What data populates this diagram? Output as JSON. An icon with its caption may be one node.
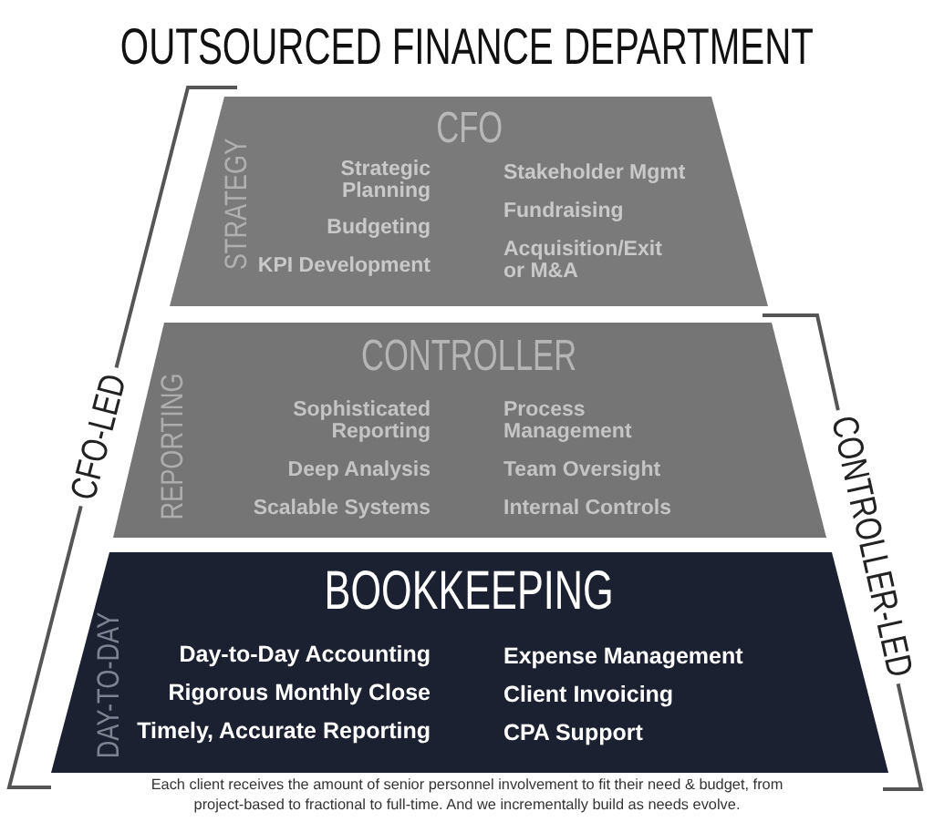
{
  "diagram": {
    "title": "OUTSOURCED FINANCE DEPARTMENT",
    "caption": "Each client receives the amount of senior personnel involvement to fit their need & budget, from project-based to fractional to full-time. And we incrementally build as needs evolve.",
    "nodes": [
      {
        "text": [
          "CFO",
          "STRATEGY",
          "Strategic Planning",
          "Budgeting",
          "KPI Development",
          "Stakeholder Mgmt",
          "Fundraising",
          "Acquisition/Exit or M&A"
        ]
      },
      {
        "text": [
          "CONTROLLER",
          "REPORTING",
          "Sophisticated Reporting",
          "Deep Analysis",
          "Scalable Systems",
          "Process Management",
          "Team Oversight",
          "Internal Controls"
        ]
      },
      {
        "text": [
          "BOOKKEEPING",
          "DAY-TO-DAY",
          "Day-to-Day Accounting",
          "Rigorous Monthly Close",
          "Timely, Accurate Reporting",
          "Expense Management",
          "Client Invoicing",
          "CPA Support"
        ]
      }
    ],
    "labels": [
      "CFO-LED",
      "CONTROLLER-LED"
    ]
  }
}
